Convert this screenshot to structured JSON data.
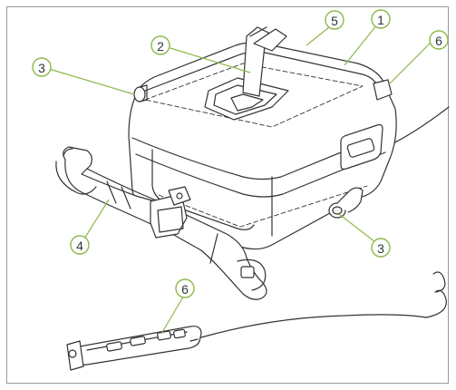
{
  "colors": {
    "callout_circle": "#8db84a",
    "leader_line": "#8db84a",
    "drawing_stroke": "#333333",
    "border": "#9a9a9a",
    "background": "#ffffff"
  },
  "callouts": [
    {
      "id": "c1",
      "label": "1"
    },
    {
      "id": "c2",
      "label": "2"
    },
    {
      "id": "c3a",
      "label": "3"
    },
    {
      "id": "c3b",
      "label": "3"
    },
    {
      "id": "c4",
      "label": "4"
    },
    {
      "id": "c5",
      "label": "5"
    },
    {
      "id": "c6a",
      "label": "6"
    },
    {
      "id": "c6b",
      "label": "6"
    }
  ]
}
